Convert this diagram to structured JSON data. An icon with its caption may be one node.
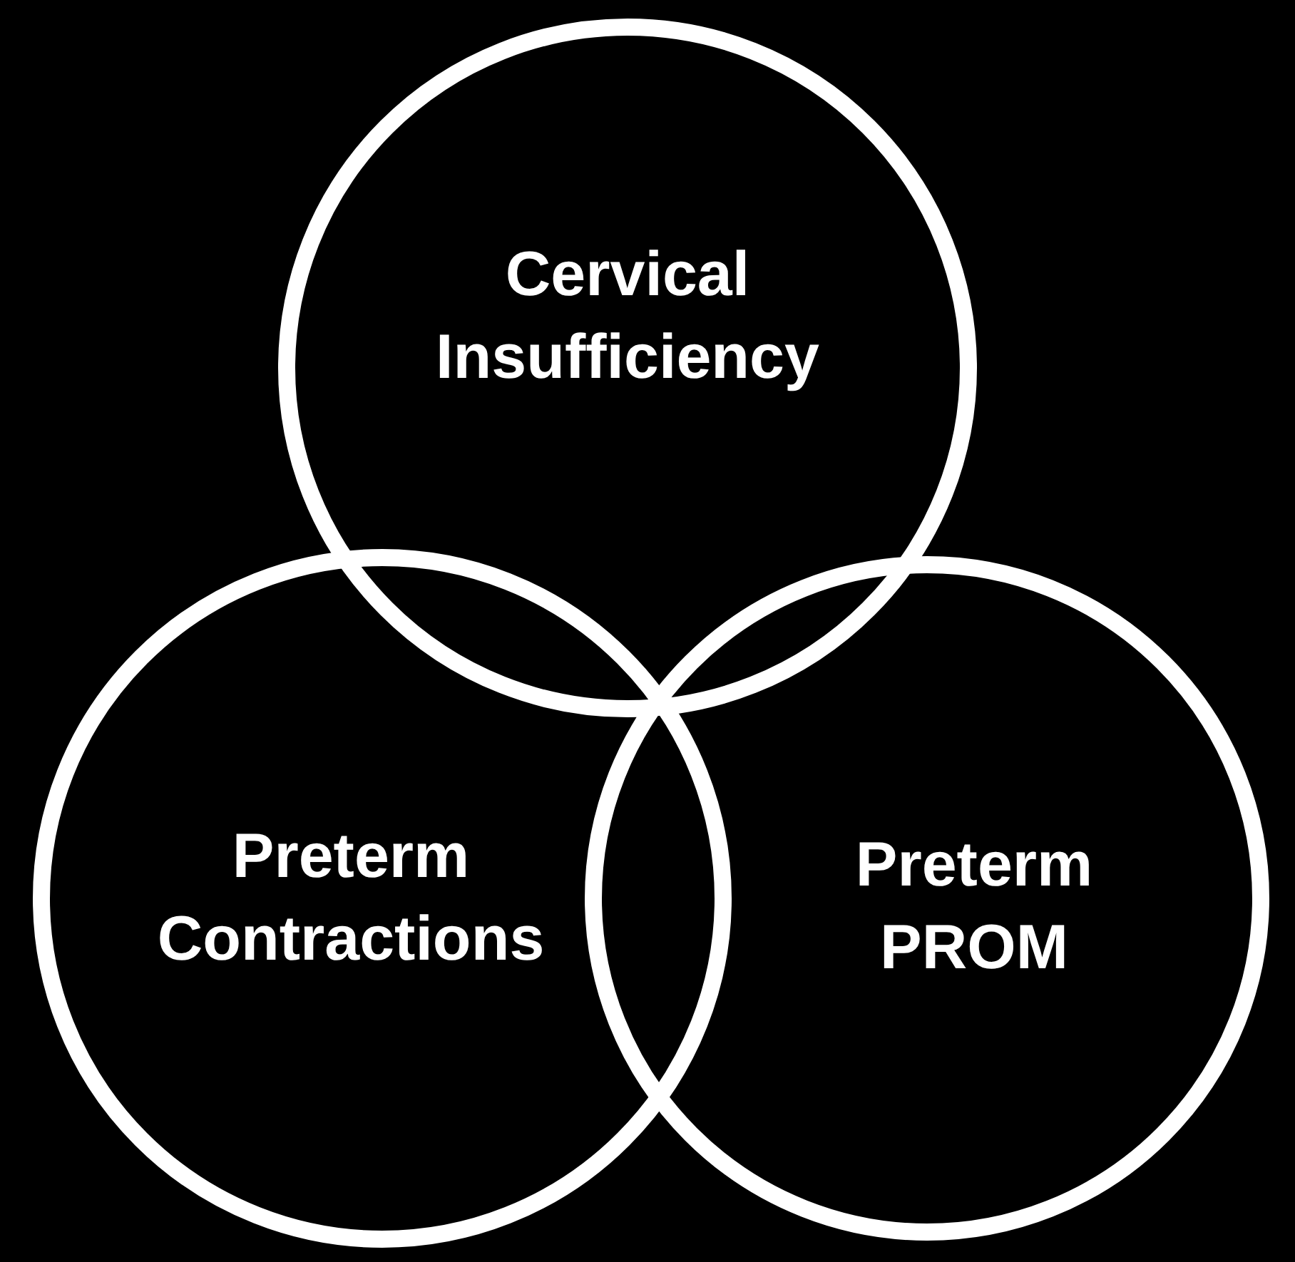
{
  "diagram": {
    "nodes": [
      {
        "text": [
          "Cervical Insufficiency"
        ]
      },
      {
        "text": [
          "Preterm Contractions"
        ]
      },
      {
        "text": [
          "Preterm PROM"
        ]
      }
    ]
  }
}
